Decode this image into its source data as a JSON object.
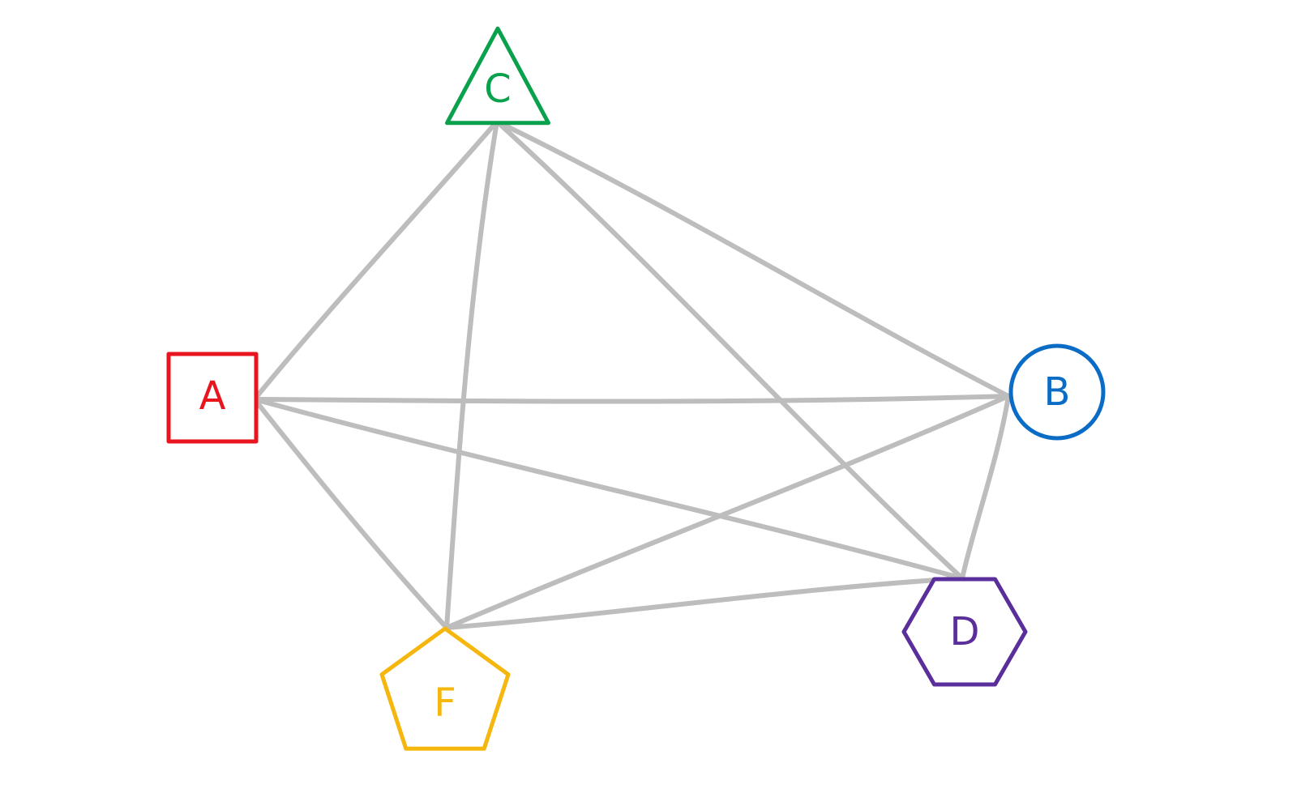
{
  "colors": {
    "edge": "#bdbdbd",
    "background": "#ffffff"
  },
  "nodes": [
    {
      "id": "A",
      "label": "A",
      "shape": "square",
      "color": "#e8151f"
    },
    {
      "id": "B",
      "label": "B",
      "shape": "circle",
      "color": "#0a6cc4"
    },
    {
      "id": "C",
      "label": "C",
      "shape": "triangle",
      "color": "#0aa14d"
    },
    {
      "id": "D",
      "label": "D",
      "shape": "hexagon",
      "color": "#5a2e9b"
    },
    {
      "id": "F",
      "label": "F",
      "shape": "pentagon",
      "color": "#f5b70e"
    }
  ],
  "edges": [
    {
      "from": "A",
      "to": "C"
    },
    {
      "from": "A",
      "to": "B"
    },
    {
      "from": "A",
      "to": "D"
    },
    {
      "from": "A",
      "to": "F"
    },
    {
      "from": "C",
      "to": "B"
    },
    {
      "from": "C",
      "to": "D"
    },
    {
      "from": "C",
      "to": "F"
    },
    {
      "from": "B",
      "to": "D"
    },
    {
      "from": "B",
      "to": "F"
    },
    {
      "from": "D",
      "to": "F"
    }
  ]
}
